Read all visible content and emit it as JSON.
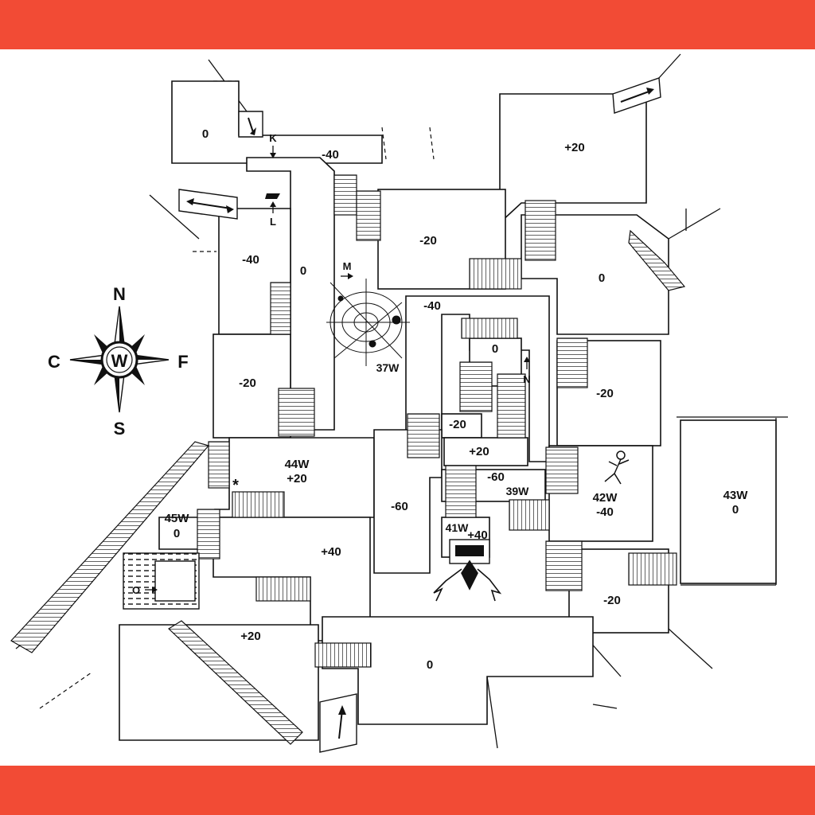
{
  "colors": {
    "band": "#f24b35",
    "ink": "#111111",
    "paper": "#ffffff"
  },
  "compass": {
    "north": "N",
    "south": "S",
    "west_side": "C",
    "east_side": "F",
    "center": "W"
  },
  "rooms": {
    "top_left": "0",
    "top_corridor": "-40",
    "top_right": "+20",
    "left_upper": "-40",
    "left_corridor": "0",
    "center_upper": "-20",
    "right_upper": "0",
    "left_mid": "-20",
    "center_block": "-40",
    "inner_top": "0",
    "right_mid": "-20",
    "inner_left": "-20",
    "inner_plus": "+20",
    "spider": "37W",
    "r44_id": "44W",
    "r44_level": "+20",
    "r45_id": "45W",
    "r45_level": "0",
    "center_lower": "-60",
    "mid_right": "-60",
    "r39": "39W",
    "r41_id": "41W",
    "r41_level": "+40",
    "r42_id": "42W",
    "r42_level": "-40",
    "r43_id": "43W",
    "r43_level": "0",
    "lower_mid": "+40",
    "bottom_right": "-20",
    "bottom_left": "+20",
    "bottom_center": "0"
  },
  "markers": {
    "k": "K",
    "l": "L",
    "m": "M",
    "n": "N",
    "o": "O",
    "star": "*"
  },
  "icons": [
    "spider-web-icon",
    "winged-creature-icon",
    "adventurer-icon",
    "throne-icon",
    "compass-rose-icon",
    "arrow-icon"
  ]
}
